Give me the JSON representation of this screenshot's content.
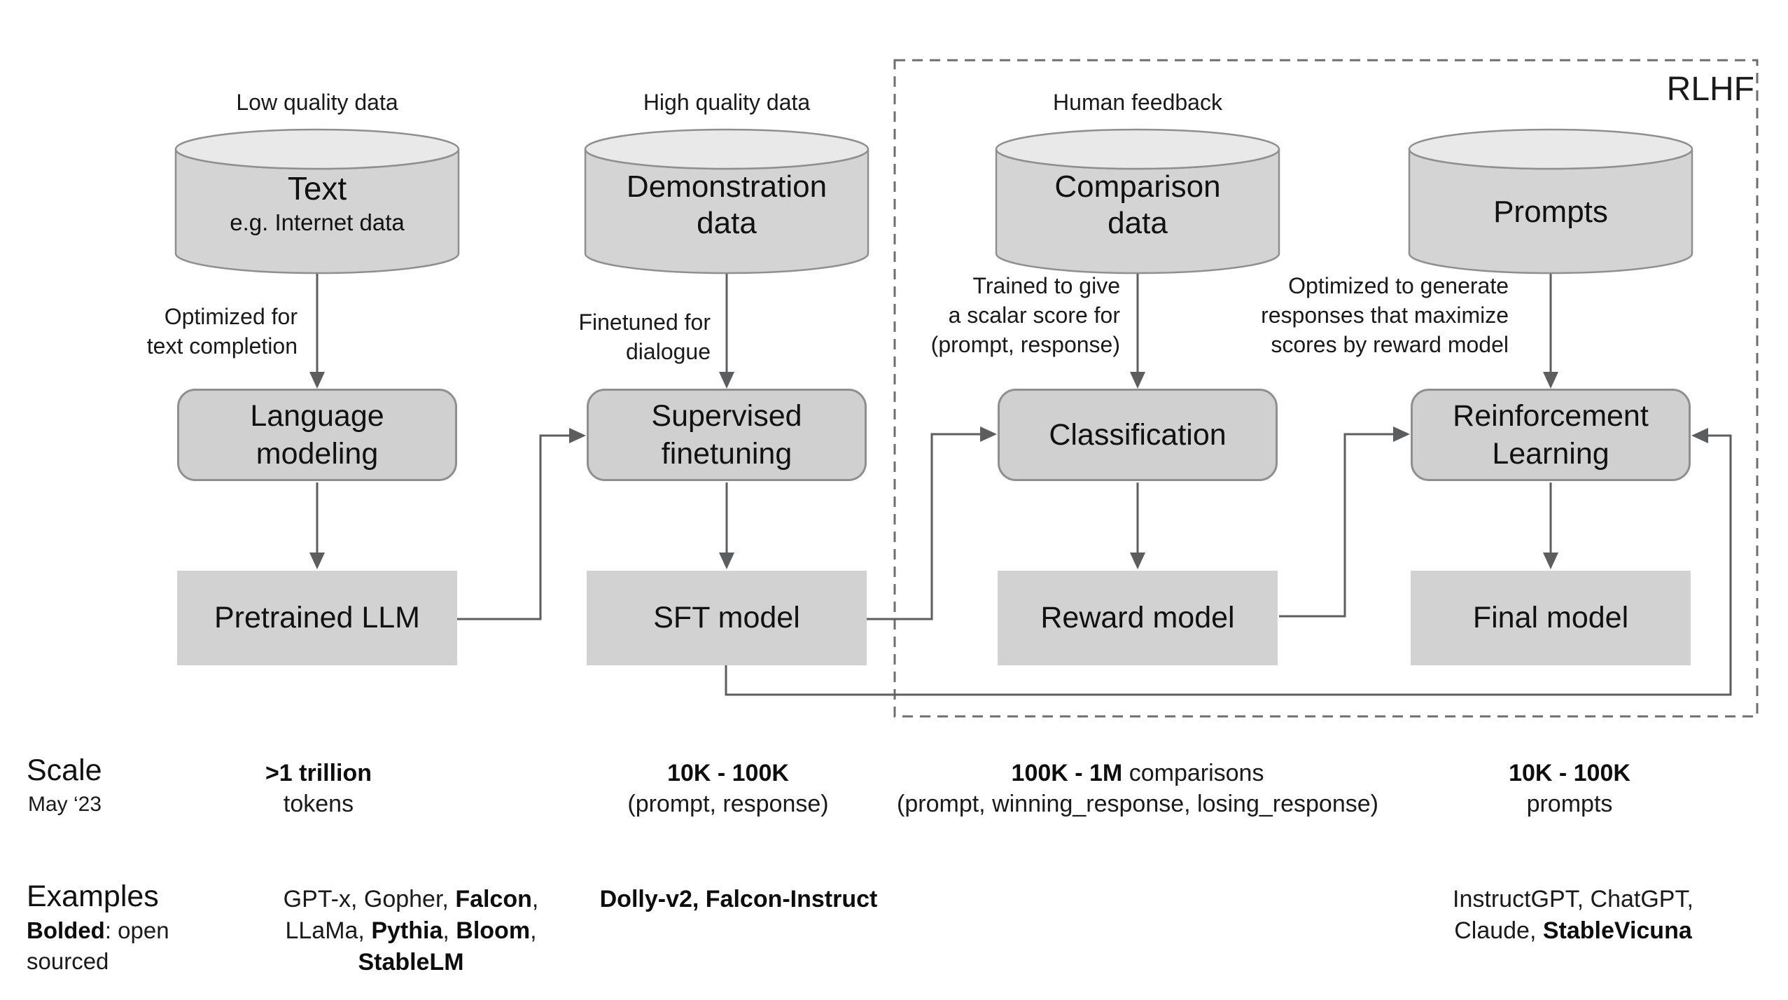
{
  "diagram": {
    "rlhf_label": "RLHF",
    "columns": [
      {
        "top_label": "Low quality data",
        "cyl_title": "Text",
        "cyl_subtitle": "e.g. Internet data",
        "arrow_lines": [
          "Optimized for",
          "text completion"
        ],
        "process_lines": [
          "Language",
          "modeling"
        ],
        "output_label": "Pretrained LLM"
      },
      {
        "top_label": "High quality data",
        "cyl_lines": [
          "Demonstration",
          "data"
        ],
        "arrow_lines": [
          "Finetuned for",
          "dialogue"
        ],
        "process_lines": [
          "Supervised",
          "finetuning"
        ],
        "output_label": "SFT model"
      },
      {
        "top_label": "Human feedback",
        "cyl_lines": [
          "Comparison",
          "data"
        ],
        "arrow_lines": [
          "Trained to give",
          "a scalar score for",
          "(prompt, response)"
        ],
        "process_lines": [
          "Classification"
        ],
        "output_label": "Reward model"
      },
      {
        "cyl_lines": [
          "Prompts"
        ],
        "arrow_lines": [
          "Optimized to generate",
          "responses that maximize",
          "scores by reward model"
        ],
        "process_lines": [
          "Reinforcement",
          "Learning"
        ],
        "output_label": "Final model"
      }
    ]
  },
  "scale_row": {
    "label": "Scale",
    "sublabel": "May ‘23",
    "entries": [
      {
        "bold": ">1 trillion",
        "rest": "",
        "line2": "tokens"
      },
      {
        "bold": "10K - 100K",
        "rest": "",
        "line2": "(prompt, response)"
      },
      {
        "bold": "100K - 1M",
        "rest": " comparisons",
        "line2": "(prompt, winning_response, losing_response)"
      },
      {
        "bold": "10K - 100K",
        "rest": "",
        "line2": "prompts"
      }
    ]
  },
  "examples_row": {
    "label": "Examples",
    "legend_bold": "Bolded",
    "legend_rest": ": open",
    "legend_line2": "sourced",
    "pretrain_line1_a": "GPT-x, Gopher, ",
    "pretrain_line1_b": "Falcon",
    "pretrain_line1_c": ",",
    "pretrain_line2_a": "LLaMa, ",
    "pretrain_line2_b": "Pythia",
    "pretrain_line2_c": ", ",
    "pretrain_line2_d": "Bloom",
    "pretrain_line2_e": ",",
    "pretrain_line3": "StableLM",
    "sft_examples": "Dolly-v2, Falcon-Instruct",
    "rlhf_line1": "InstructGPT, ChatGPT,",
    "rlhf_line2_a": "Claude, ",
    "rlhf_line2_b": "StableVicuna"
  },
  "colors": {
    "cylinder_body": "#d4d4d4",
    "cylinder_top": "#e9e9e9",
    "box_fill": "#d0d0d0",
    "box_border": "#8f8f8f",
    "connector": "#5b5d5f",
    "dashed_border": "#6e6e6e"
  }
}
